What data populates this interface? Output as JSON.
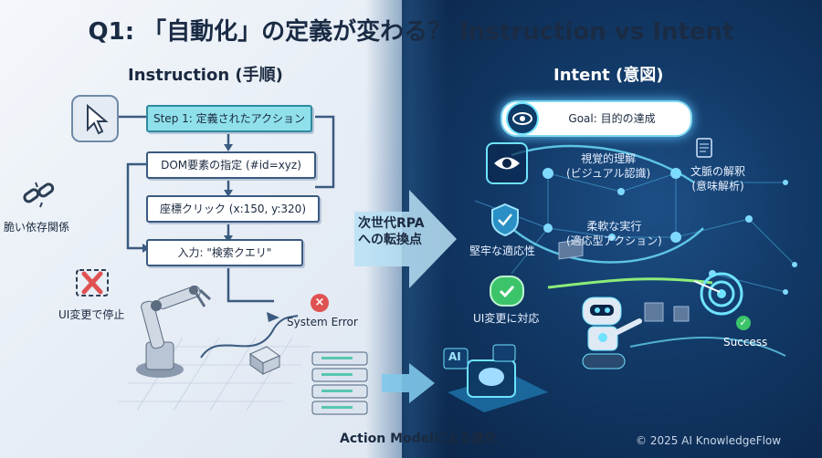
{
  "title": {
    "main": "Q1: 「自動化」の定義が変わる？ Instruction vs Intent"
  },
  "left": {
    "heading": "Instruction (手順)",
    "steps": [
      "Step 1: 定義されたアクション",
      "DOM要素の指定 (#id=xyz)",
      "座標クリック (x:150, y:320)",
      "入力: \"検索クエリ\""
    ],
    "fragile_label": "脆い依存関係",
    "stop_label": "UI変更で停止",
    "error_label": "System Error"
  },
  "center": {
    "transition_label_line1": "次世代RPA",
    "transition_label_line2": "への転換点"
  },
  "right": {
    "heading": "Intent (意図)",
    "goal": "Goal: 目的の達成",
    "visual": [
      "視覚的理解",
      "(ビジュアル認識)"
    ],
    "context": [
      "文脈の解釈",
      "(意味解析)"
    ],
    "flexible": [
      "柔軟な実行",
      "(適応型アクション)"
    ],
    "robust_label": "堅牢な適応性",
    "ui_change_label": "UI変更に対応",
    "success_label": "Success",
    "ai_badge": "AI"
  },
  "footer": {
    "evolution": "Action Modelによる進化",
    "copyright": "© 2025 AI KnowledgeFlow"
  },
  "colors": {
    "left_bg": "#e6edf5",
    "right_bg": "#123a68",
    "accent_cyan": "#5fd0f5",
    "error_red": "#e05252",
    "success_green": "#3cc46b"
  }
}
